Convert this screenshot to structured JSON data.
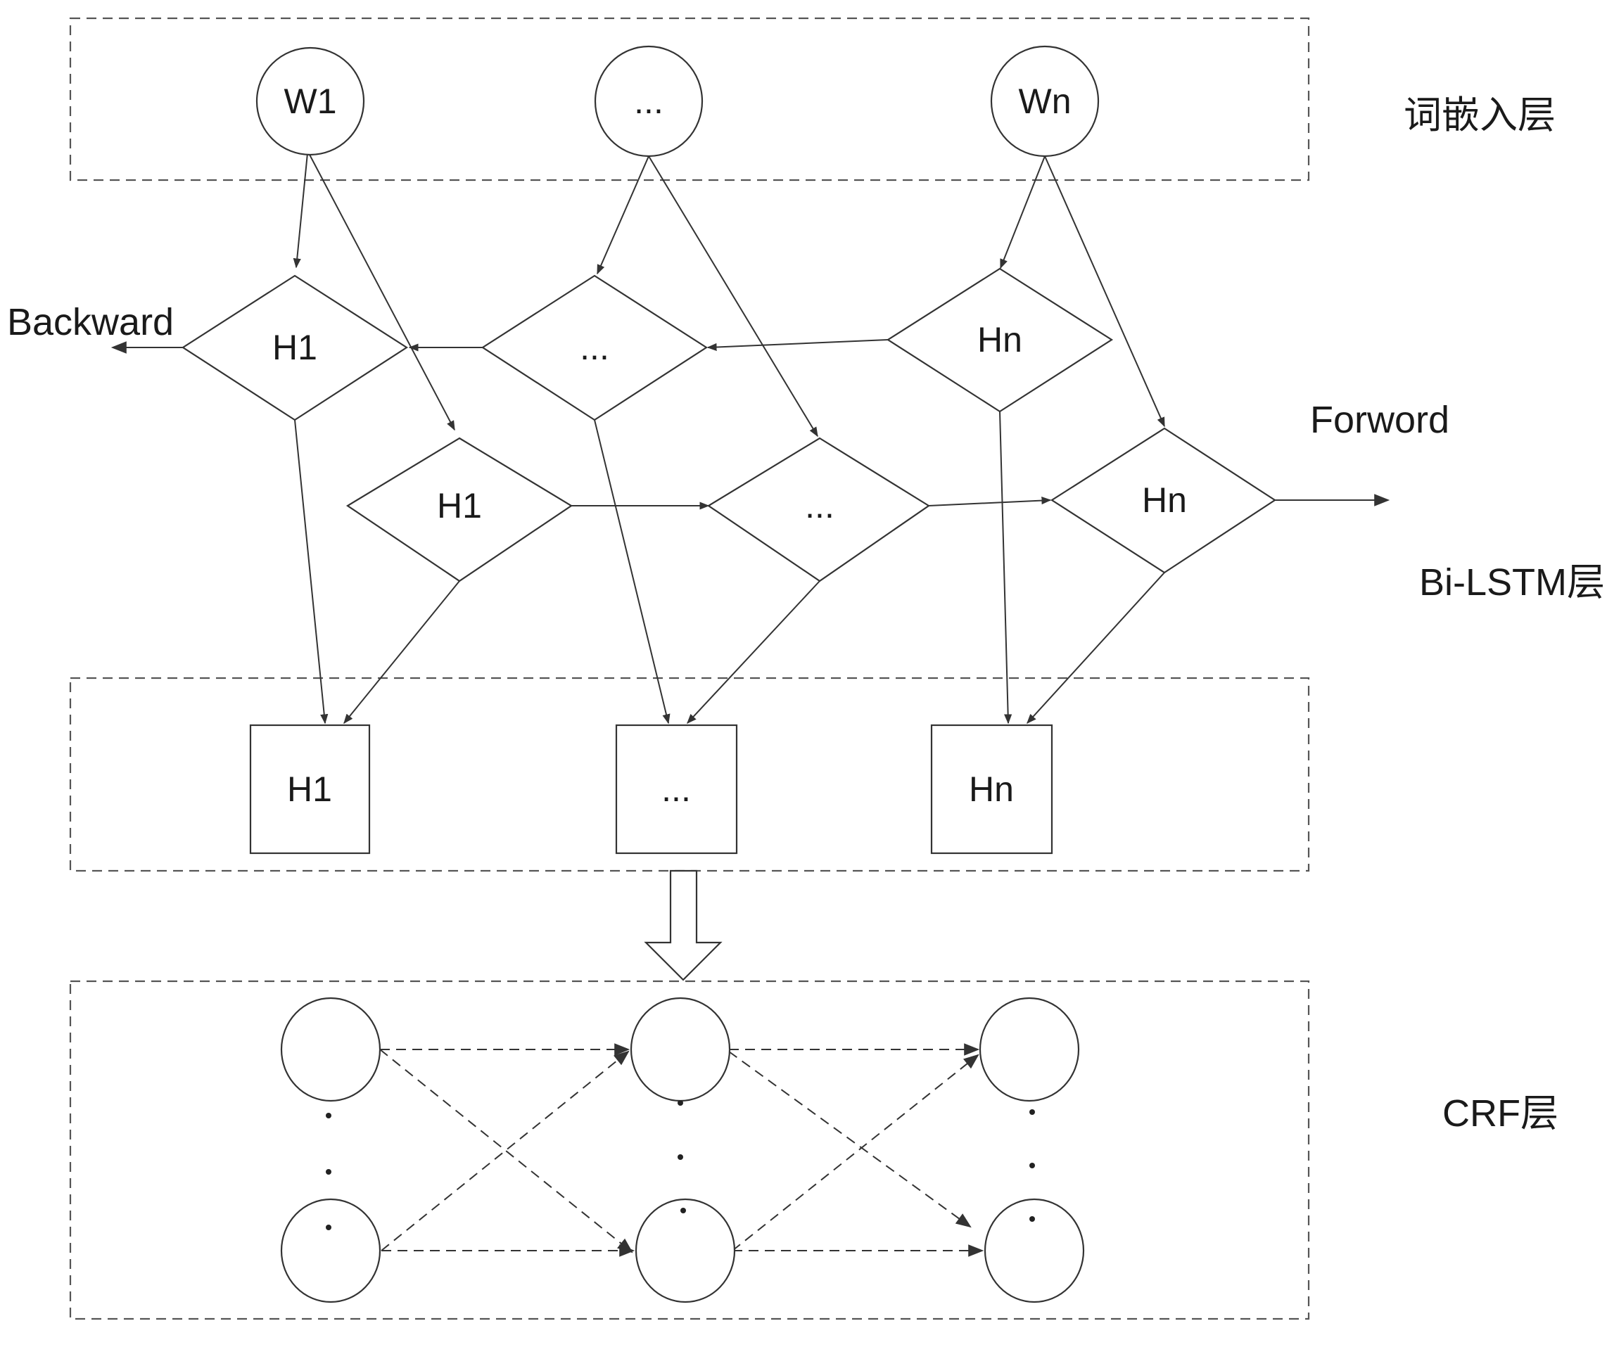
{
  "layers": {
    "embedding": "词嵌入层",
    "bilstm": "Bi-LSTM层",
    "crf": "CRF层"
  },
  "directions": {
    "backward": "Backward",
    "forward": "Forword"
  },
  "embedding_nodes": [
    "W1",
    "...",
    "Wn"
  ],
  "backward_cells": [
    "H1",
    "...",
    "Hn"
  ],
  "forward_cells": [
    "H1",
    "...",
    "Hn"
  ],
  "output_nodes": [
    "H1",
    "...",
    "Hn"
  ],
  "crf": {
    "columns": 3
  }
}
